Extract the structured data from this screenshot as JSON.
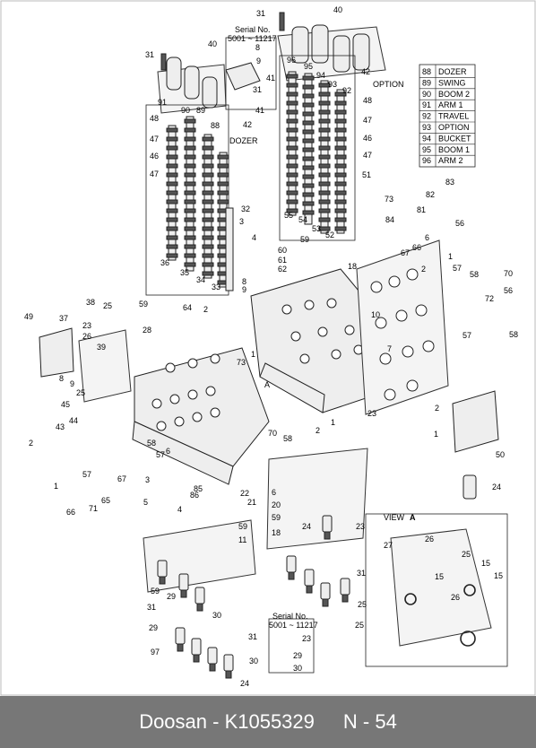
{
  "serial_top": {
    "line1": "Serial No.",
    "line2": "5001 ~ 11217"
  },
  "serial_bottom": {
    "line1": "Serial No.",
    "line2": "5001 ~ 11217"
  },
  "labels": {
    "option": "OPTION",
    "dozer": "DOZER",
    "view": "VIEW",
    "view_letter": "A",
    "arrow_a": "A"
  },
  "legend": [
    {
      "num": "88",
      "name": "DOZER"
    },
    {
      "num": "89",
      "name": "SWING"
    },
    {
      "num": "90",
      "name": "BOOM 2"
    },
    {
      "num": "91",
      "name": "ARM 1"
    },
    {
      "num": "92",
      "name": "TRAVEL"
    },
    {
      "num": "93",
      "name": "OPTION"
    },
    {
      "num": "94",
      "name": "BUCKET"
    },
    {
      "num": "95",
      "name": "BOOM 1"
    },
    {
      "num": "96",
      "name": "ARM 2"
    }
  ],
  "callouts": [
    "31",
    "40",
    "8",
    "9",
    "41",
    "31",
    "41",
    "42",
    "40",
    "31",
    "96",
    "95",
    "94",
    "93",
    "92",
    "42",
    "48",
    "47",
    "46",
    "47",
    "51",
    "91",
    "90",
    "89",
    "88",
    "48",
    "47",
    "46",
    "47",
    "32",
    "36",
    "35",
    "34",
    "33",
    "55",
    "54",
    "53",
    "52",
    "73",
    "82",
    "83",
    "81",
    "56",
    "3",
    "84",
    "4",
    "60",
    "61",
    "62",
    "59",
    "6",
    "66",
    "1",
    "57",
    "58",
    "2",
    "18",
    "67",
    "70",
    "72",
    "56",
    "57",
    "58",
    "8",
    "9",
    "10",
    "7",
    "2",
    "1",
    "49",
    "37",
    "38",
    "23",
    "25",
    "26",
    "39",
    "8",
    "9",
    "25",
    "28",
    "59",
    "64",
    "2",
    "1",
    "73",
    "45",
    "44",
    "43",
    "2",
    "1",
    "70",
    "58",
    "57",
    "71",
    "65",
    "66",
    "67",
    "58",
    "57",
    "6",
    "5",
    "3",
    "4",
    "86",
    "85",
    "50",
    "24",
    "23",
    "2",
    "1",
    "22",
    "21",
    "6",
    "20",
    "59",
    "18",
    "24",
    "23",
    "59",
    "11",
    "59",
    "29",
    "30",
    "31",
    "29",
    "97",
    "31",
    "30",
    "24",
    "23",
    "29",
    "30",
    "31",
    "25",
    "25",
    "27",
    "26",
    "25",
    "15",
    "15",
    "15",
    "26"
  ],
  "footer": {
    "brand": "Doosan - K1055329",
    "page": "N - 54"
  }
}
